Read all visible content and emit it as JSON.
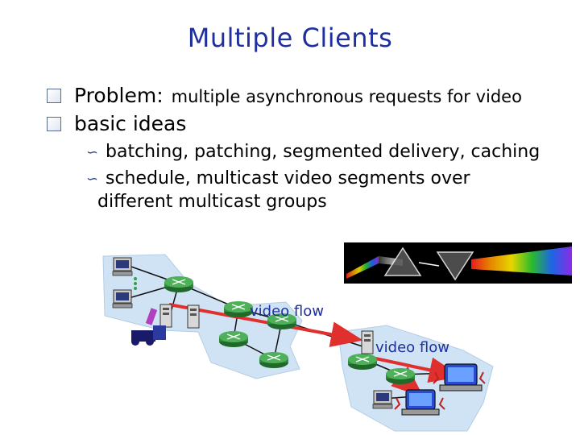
{
  "slide": {
    "title": "Multiple Clients",
    "bullets": [
      {
        "label": "Problem:",
        "text": "multiple asynchronous requests for video"
      },
      {
        "label": "basic ideas",
        "text": ""
      }
    ],
    "sub_bullets": [
      "batching, patching, segmented delivery, caching",
      "schedule, multicast video segments over"
    ],
    "sub_bullet_continuation": "different multicast groups"
  },
  "network_diagram": {
    "flow_labels": [
      "video flow",
      "video flow"
    ],
    "colors": {
      "title": "#1f2f9e",
      "flow_arrow": "#e0302e",
      "cloud": "#cfe3f5",
      "router": "#2f8a3a"
    }
  }
}
